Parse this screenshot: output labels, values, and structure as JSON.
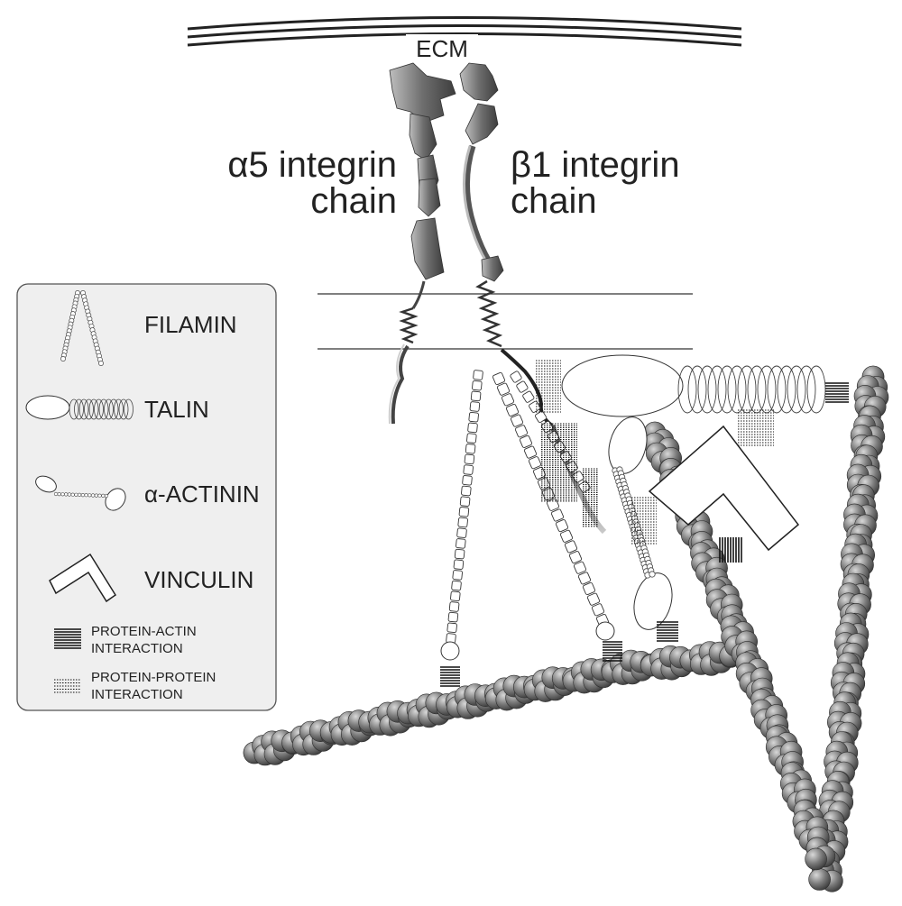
{
  "labels": {
    "ecm": "ECM",
    "alpha_symbol": "α",
    "alpha_rest": "5 integrin",
    "alpha_line2": "chain",
    "beta_symbol": "β",
    "beta_rest": "1 integrin",
    "beta_line2": "chain"
  },
  "legend": {
    "filamin": "FILAMIN",
    "talin": "TALIN",
    "actinin_symbol": "α",
    "actinin_rest": "-ACTININ",
    "vinculin": "VINCULIN",
    "protein_actin_line1": "PROTEIN-ACTIN",
    "protein_actin_line2": "INTERACTION",
    "protein_protein_line1": "PROTEIN-PROTEIN",
    "protein_protein_line2": "INTERACTION"
  },
  "colors": {
    "outline": "#222222",
    "membrane": "#333333",
    "actin_dark": "#3a3a3a",
    "actin_light": "#d8d8d8",
    "integrin_dark": "#3d3d3d",
    "integrin_light": "#bdbdbd",
    "legend_border": "#555555"
  }
}
